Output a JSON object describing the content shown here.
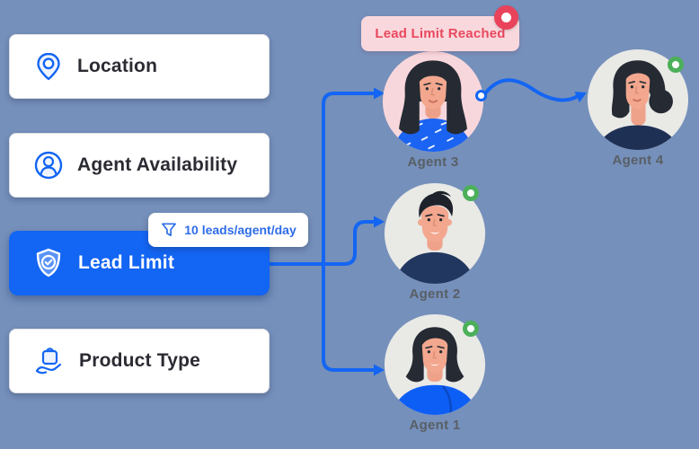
{
  "colors": {
    "background": "#7590bb",
    "accent_blue": "#1365f3",
    "tooltip_text_blue": "#2e6ce8",
    "badge_background": "#f9d8dd",
    "badge_text_red": "#e9485e",
    "alert_dot_red": "#e8435a",
    "status_green": "#4cb05a",
    "agent_label_gray": "#595f66",
    "agent3_circle_pink": "#f8d7dc",
    "agent_circle_gray": "#e9e9e6"
  },
  "filters": [
    {
      "label": "Location",
      "icon": "location-pin-icon",
      "active": false
    },
    {
      "label": "Agent Availability",
      "icon": "user-circle-icon",
      "active": false
    },
    {
      "label": "Lead Limit",
      "icon": "shield-check-icon",
      "active": true
    },
    {
      "label": "Product Type",
      "icon": "hand-holding-bag-icon",
      "active": false
    }
  ],
  "lead_limit_tooltip": {
    "icon": "funnel-icon",
    "text": "10 leads/agent/day"
  },
  "limit_badge": {
    "text": "Lead Limit Reached",
    "status": "alert"
  },
  "agents": [
    {
      "name": "Agent 3",
      "status": "lead-limit-reached",
      "avatar": "woman-long-wavy-hair"
    },
    {
      "name": "Agent 4",
      "status": "available",
      "avatar": "woman-side-bun"
    },
    {
      "name": "Agent 2",
      "status": "available",
      "avatar": "man-short-hair"
    },
    {
      "name": "Agent 1",
      "status": "available",
      "avatar": "woman-bob-hair"
    }
  ]
}
